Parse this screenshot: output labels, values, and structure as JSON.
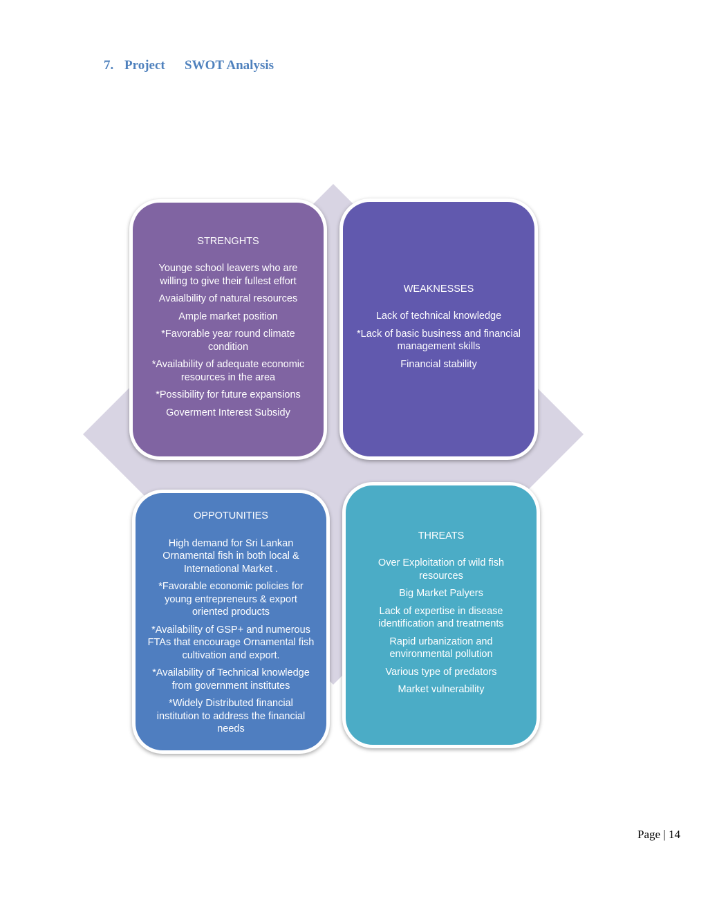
{
  "heading": {
    "number": "7.",
    "word1": "Project",
    "word2": "SWOT Analysis"
  },
  "colors": {
    "heading": "#4f81bd",
    "strengths": "#8064a2",
    "weaknesses": "#6159ae",
    "opportunities": "#4f7ec0",
    "threats": "#4bacc6",
    "diamond": "#d8d4e3"
  },
  "swot": {
    "strengths": {
      "title": "STRENGHTS",
      "items": [
        "Younge school leavers who are willing to give their fullest effort",
        "Avaialbility of natural resources",
        "Ample market position",
        "*Favorable year round climate condition",
        "*Availability of adequate economic resources in the area",
        "*Possibility for future expansions",
        "Goverment Interest Subsidy"
      ]
    },
    "weaknesses": {
      "title": "WEAKNESSES",
      "items": [
        "Lack of technical knowledge",
        "*Lack of basic business and financial management skills",
        "Financial stability"
      ]
    },
    "opportunities": {
      "title": "OPPOTUNITIES",
      "items": [
        "High demand for Sri Lankan Ornamental fish in both local & International Market .",
        "*Favorable economic policies for young entrepreneurs & export oriented products",
        "*Availability of GSP+ and numerous FTAs that encourage Ornamental fish cultivation and export.",
        "*Availability of Technical knowledge from government institutes",
        "*Widely Distributed financial institution to address the financial needs"
      ]
    },
    "threats": {
      "title": "THREATS",
      "items": [
        "Over Exploitation of wild fish resources",
        "Big Market Palyers",
        "Lack of expertise in disease identification and treatments",
        "Rapid urbanization and environmental pollution",
        "Various type of predators",
        "Market vulnerability"
      ]
    }
  },
  "footer": {
    "page_label": "Page | 14"
  }
}
